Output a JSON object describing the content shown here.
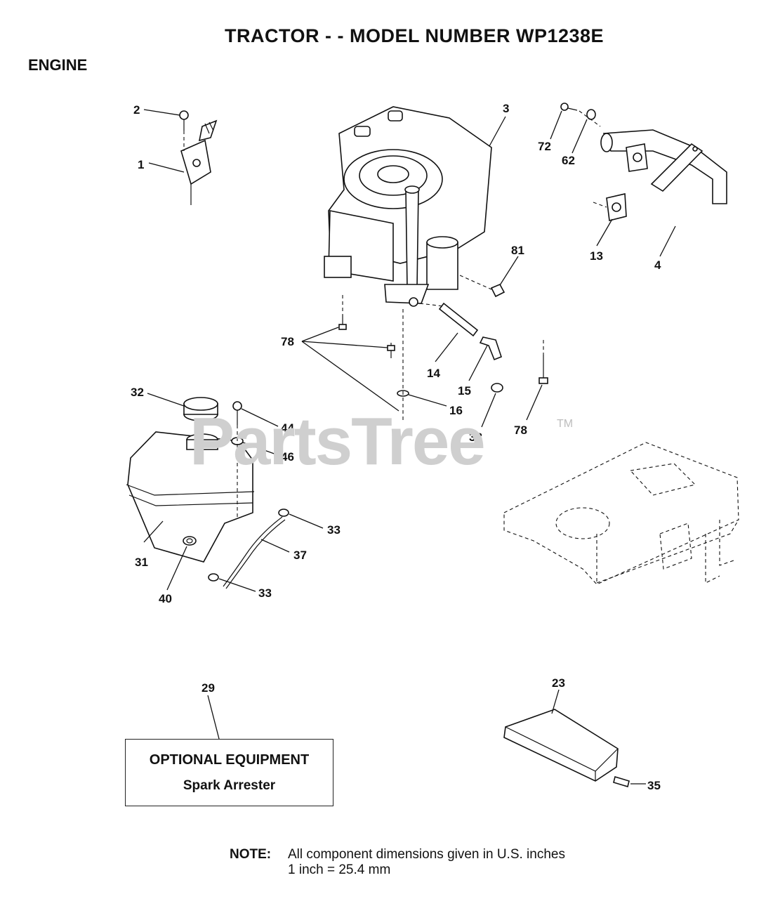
{
  "title": "TRACTOR - - MODEL NUMBER WP1238E",
  "section": "ENGINE",
  "watermark": "PartsTree",
  "watermark_tm": "TM",
  "optional_box": {
    "heading": "OPTIONAL EQUIPMENT",
    "item": "Spark Arrester"
  },
  "note": {
    "label": "NOTE:",
    "line1": "All component dimensions given in U.S. inches",
    "line2": "1 inch = 25.4 mm"
  },
  "callouts": {
    "c1": "1",
    "c2": "2",
    "c3": "3",
    "c4": "4",
    "c13": "13",
    "c14": "14",
    "c15": "15",
    "c16": "16",
    "c23": "23",
    "c29": "29",
    "c31": "31",
    "c32": "32",
    "c33a": "33",
    "c33b": "33",
    "c35": "35",
    "c37": "37",
    "c38": "38",
    "c40": "40",
    "c44": "44",
    "c46": "46",
    "c62": "62",
    "c72": "72",
    "c78a": "78",
    "c78b": "78",
    "c81": "81"
  }
}
